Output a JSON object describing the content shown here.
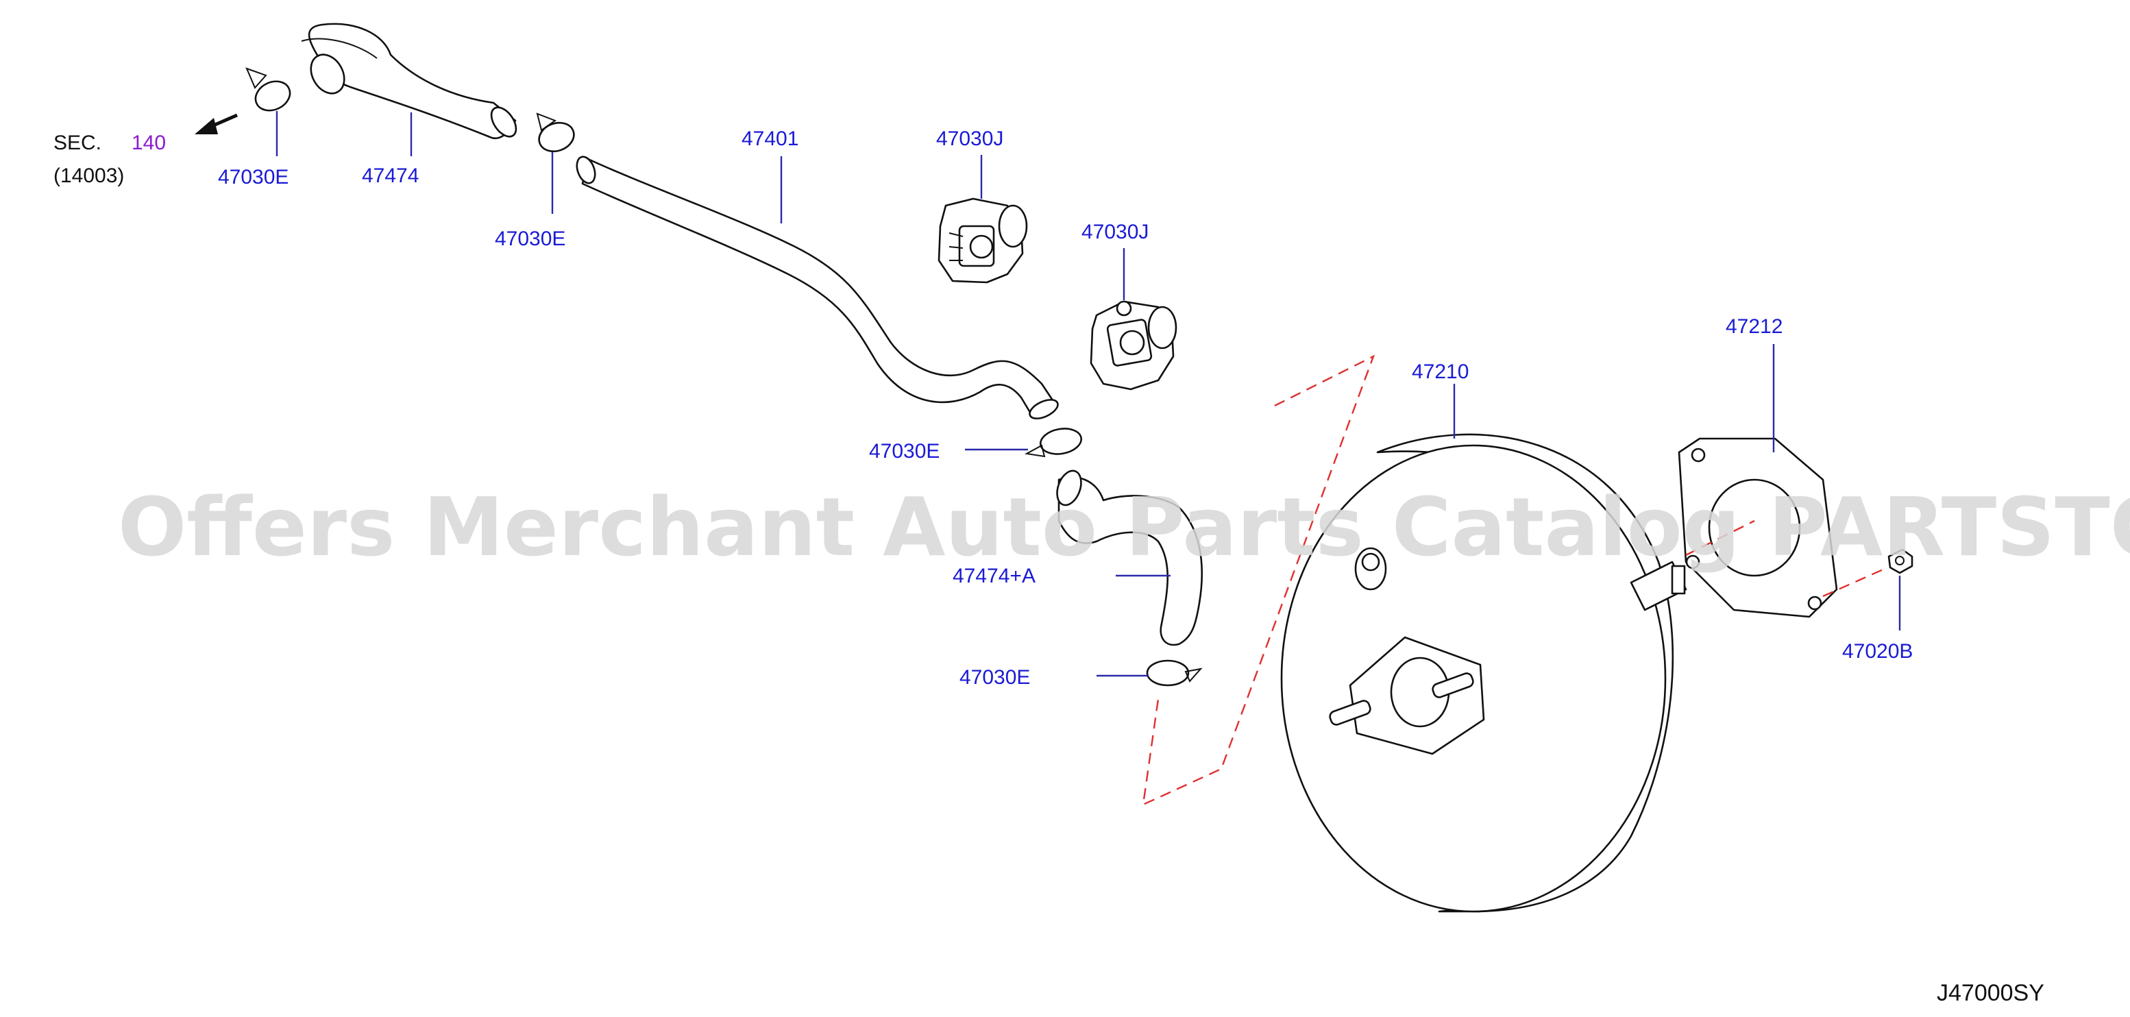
{
  "labels": {
    "p47030e_1": "47030E",
    "p47474": "47474",
    "p47030e_2": "47030E",
    "p47401": "47401",
    "p47030j_1": "47030J",
    "p47030j_2": "47030J",
    "p47030e_3": "47030E",
    "p47474a": "47474+A",
    "p47030e_4": "47030E",
    "p47210": "47210",
    "p47212": "47212",
    "p47020b": "47020B"
  },
  "section_ref": {
    "prefix": "SEC.",
    "number": "140",
    "sub": "(14003)"
  },
  "watermark": "Offers Merchant Auto Parts Catalog PARTSTORE.SA",
  "diagram_code": "J47000SY",
  "colors": {
    "label": "#1a1ad6",
    "section_number": "#8a1ad0",
    "dashed_outline": "#e03030",
    "watermark": "#d8d8d8"
  }
}
